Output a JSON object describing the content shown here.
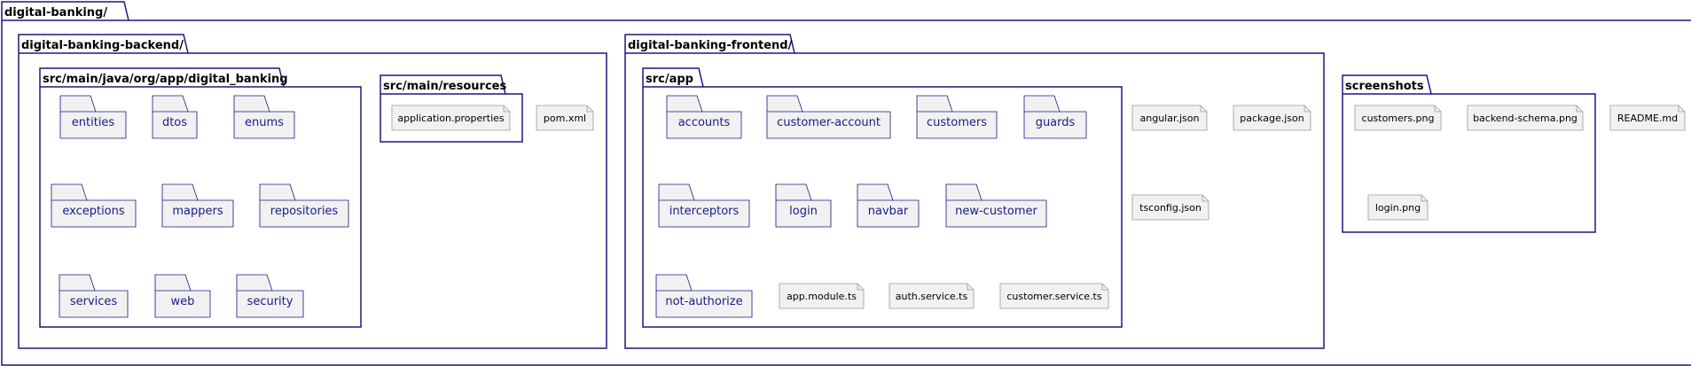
{
  "colors": {
    "border": "#181880",
    "folder_text": "#1b1b8c",
    "fill": "#f1f1f1",
    "file_border": "#9a9a9a"
  },
  "root": {
    "name": "digital-banking/"
  },
  "backend": {
    "name": "digital-banking-backend/",
    "java_pkg": {
      "name": "src/main/java/org/app/digital_banking",
      "folders": [
        "entities",
        "dtos",
        "enums",
        "exceptions",
        "mappers",
        "repositories",
        "services",
        "web",
        "security"
      ]
    },
    "resources": {
      "name": "src/main/resources",
      "files": [
        "application.properties"
      ]
    },
    "files": [
      "pom.xml"
    ]
  },
  "frontend": {
    "name": "digital-banking-frontend/",
    "app": {
      "name": "src/app",
      "folders": [
        "accounts",
        "customer-account",
        "customers",
        "guards",
        "interceptors",
        "login",
        "navbar",
        "new-customer",
        "not-authorize"
      ],
      "files": [
        "app.module.ts",
        "auth.service.ts",
        "customer.service.ts"
      ]
    },
    "files": [
      "angular.json",
      "package.json",
      "tsconfig.json"
    ]
  },
  "screenshots": {
    "name": "screenshots",
    "files": [
      "customers.png",
      "backend-schema.png",
      "login.png"
    ]
  },
  "root_files": [
    "README.md"
  ]
}
